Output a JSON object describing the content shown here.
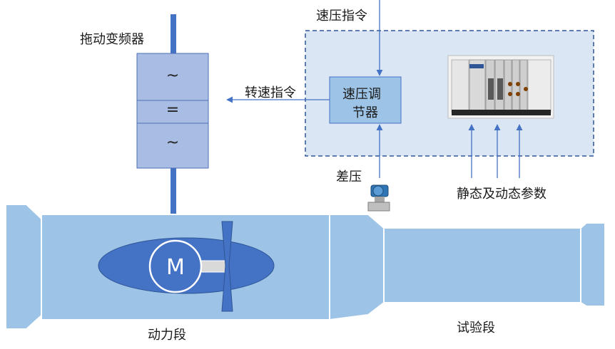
{
  "labels": {
    "vfd": "拖动变频器",
    "speed_pressure_cmd": "速压指令",
    "speed_cmd": "转速指令",
    "differential_pressure": "差压",
    "static_dynamic_params": "静态及动态参数",
    "power_section": "动力段",
    "test_section": "试验段"
  },
  "vfd_symbols": {
    "top": "~",
    "middle": "=",
    "bottom": "~"
  },
  "regulator": {
    "line1": "速压调",
    "line2": "节器"
  },
  "motor_label": "M",
  "colors": {
    "duct_fill": "#9dc3e6",
    "duct_stroke": "#ffffff",
    "motor_ellipse": "#4472c4",
    "shaft": "#4472c4",
    "vfd_fill": "#a9bde4",
    "vfd_stroke": "#4a6fb5",
    "controller_bg": "#dbe6f4",
    "controller_border": "#2f5597",
    "regulator_fill": "#9dc3e6",
    "arrow": "#4472c4"
  }
}
